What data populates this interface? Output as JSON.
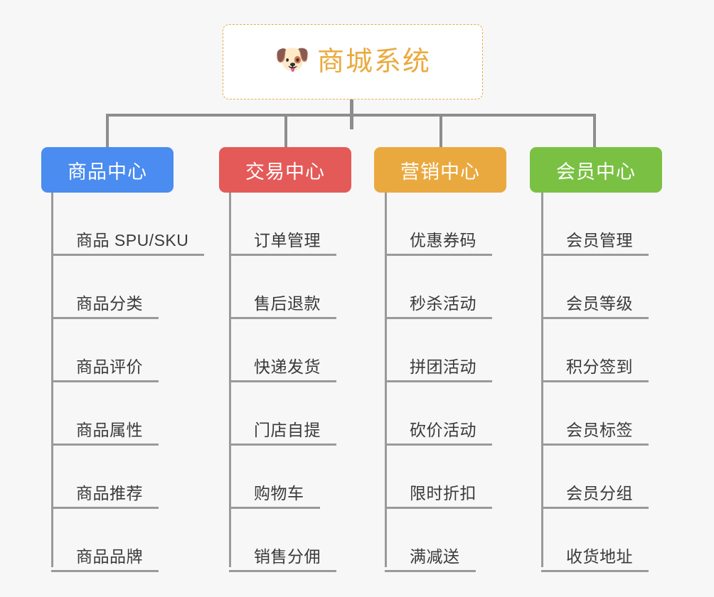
{
  "page": {
    "background_color": "#f7f7f7",
    "line_color": "#8d8d8d",
    "leaf_line_color": "#9a9a9a",
    "leaf_text_color": "#3a3a3a"
  },
  "root": {
    "icon": "shiba-dog-emoji",
    "icon_glyph": "🐶",
    "title": "商城系统",
    "title_color": "#eaaa3f",
    "border_color": "#e8ab4a",
    "background_color": "#ffffff"
  },
  "columns": [
    {
      "header": {
        "label": "商品中心",
        "color": "#4a8cf0",
        "text_color": "#ffffff"
      },
      "items": [
        {
          "label": "商品 SPU/SKU"
        },
        {
          "label": "商品分类"
        },
        {
          "label": "商品评价"
        },
        {
          "label": "商品属性"
        },
        {
          "label": "商品推荐"
        },
        {
          "label": "商品品牌"
        }
      ]
    },
    {
      "header": {
        "label": "交易中心",
        "color": "#e45a58",
        "text_color": "#ffffff"
      },
      "items": [
        {
          "label": "订单管理"
        },
        {
          "label": "售后退款"
        },
        {
          "label": "快递发货"
        },
        {
          "label": "门店自提"
        },
        {
          "label": "购物车"
        },
        {
          "label": "销售分佣"
        }
      ]
    },
    {
      "header": {
        "label": "营销中心",
        "color": "#eaa93f",
        "text_color": "#ffffff"
      },
      "items": [
        {
          "label": "优惠券码"
        },
        {
          "label": "秒杀活动"
        },
        {
          "label": "拼团活动"
        },
        {
          "label": "砍价活动"
        },
        {
          "label": "限时折扣"
        },
        {
          "label": "满减送"
        }
      ]
    },
    {
      "header": {
        "label": "会员中心",
        "color": "#7ac143",
        "text_color": "#ffffff"
      },
      "items": [
        {
          "label": "会员管理"
        },
        {
          "label": "会员等级"
        },
        {
          "label": "积分签到"
        },
        {
          "label": "会员标签"
        },
        {
          "label": "会员分组"
        },
        {
          "label": "收货地址"
        }
      ]
    }
  ]
}
